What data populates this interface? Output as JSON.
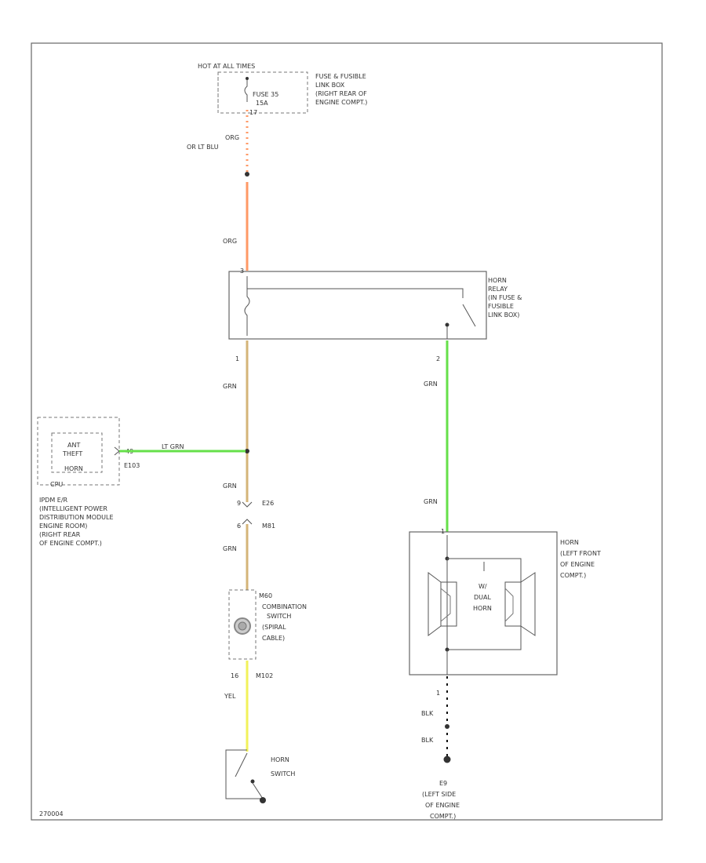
{
  "colors": {
    "orange": "#ff9966",
    "tan": "#d4b478",
    "green": "#66e04a",
    "yellow": "#f2f25a",
    "frame": "#666666"
  },
  "top": {
    "header": "HOT AT ALL TIMES",
    "fuse_line1": "FUSE 35",
    "fuse_line2": "15A",
    "fuse_pin": "17",
    "box_label": [
      "FUSE & FUSIBLE",
      "LINK BOX",
      "(RIGHT REAR OF",
      "ENGINE COMPT.)"
    ]
  },
  "wires": {
    "orn_top1": "ORG",
    "orn_top2": "OR LT BLU",
    "orn_mid": "ORG",
    "grn_1": "GRN",
    "grn_2": "GRN",
    "grn_3": "GRN",
    "lt_grn": "LT GRN",
    "right_grn1": "GRN",
    "right_grn2": "GRN",
    "yel": "YEL",
    "blk1": "BLK",
    "blk2": "BLK"
  },
  "relay": {
    "pin_top": "3",
    "pin_left": "1",
    "pin_right": "2",
    "label": [
      "HORN",
      "RELAY",
      "(IN FUSE &",
      "FUSIBLE",
      "LINK BOX)"
    ]
  },
  "antitheft": {
    "inner": [
      "ANT",
      "THEFT",
      "HORN"
    ],
    "cpu": "CPU",
    "pin": "49",
    "connector": "E103",
    "label": [
      "IPDM E/R",
      "(INTELLIGENT POWER",
      "DISTRIBUTION MODULE",
      "ENGINE ROOM)",
      "(RIGHT REAR",
      "OF ENGINE COMPT.)"
    ]
  },
  "connector_e": {
    "top": "E26",
    "bottom": "M81",
    "pin1": "9",
    "pin2": "6"
  },
  "combination": {
    "connector": "M60",
    "label": [
      "COMBINATION",
      "SWITCH",
      "(SPIRAL",
      "CABLE)"
    ],
    "pin_bottom": "16",
    "connector_bottom": "M102"
  },
  "horn_switch": {
    "label": [
      "HORN",
      "SWITCH"
    ]
  },
  "horn": {
    "label": [
      "HORN",
      "(LEFT FRONT",
      "OF ENGINE",
      "COMPT.)"
    ],
    "inner": [
      "W/",
      "DUAL",
      "HORN"
    ],
    "pin_top": "1",
    "pin_bottom": "1"
  },
  "ground": {
    "id": "E9",
    "label": [
      "(LEFT SIDE",
      "OF ENGINE",
      "COMPT.)"
    ]
  },
  "footer": {
    "code": "270004"
  }
}
